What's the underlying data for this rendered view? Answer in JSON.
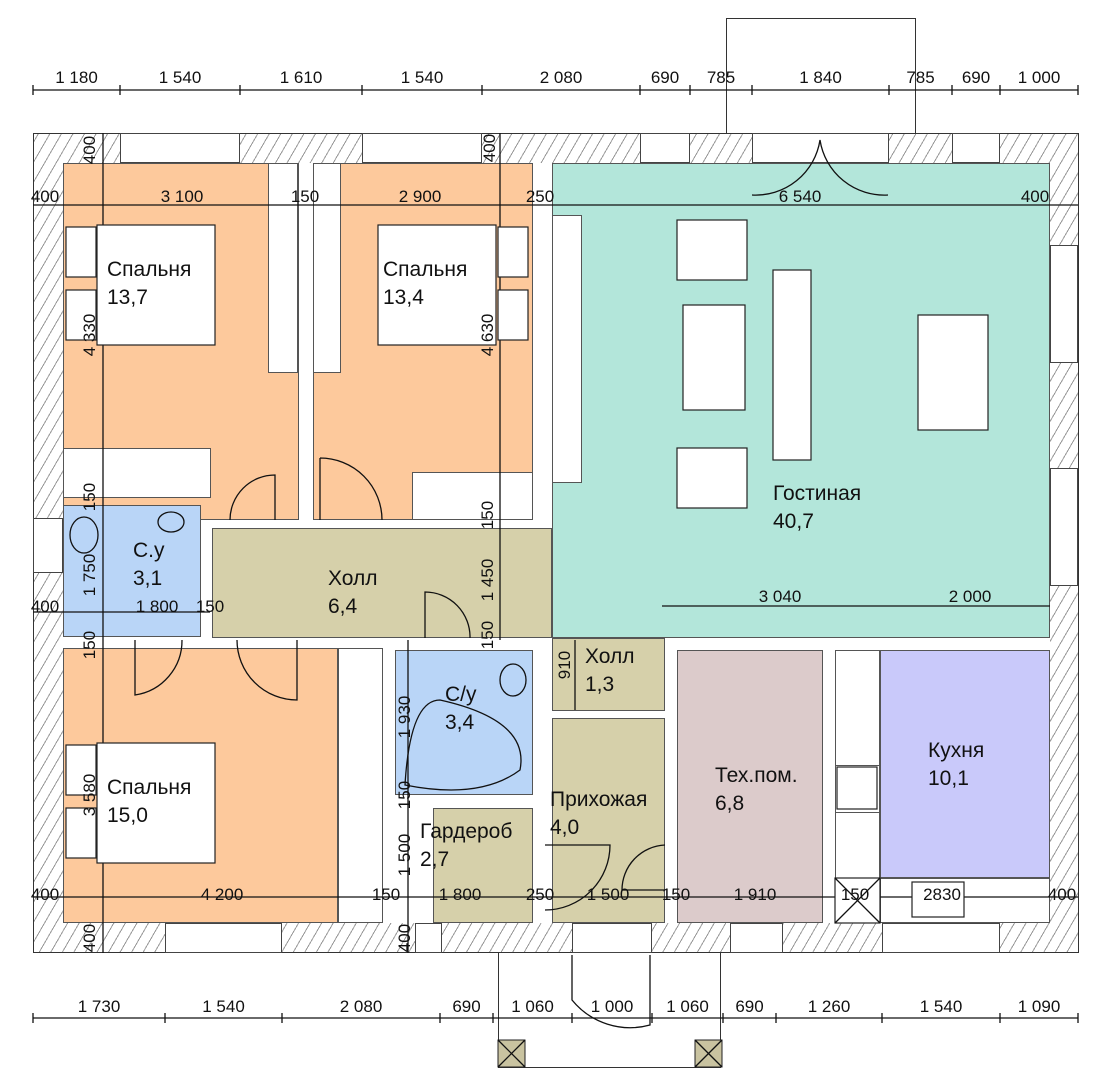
{
  "colors": {
    "bedroom": "#fdc99c",
    "living": "#b3e6da",
    "bath": "#b9d5f7",
    "hall": "#d6d0aa",
    "tech": "#dccbcb",
    "kitchen": "#c9c9fa"
  },
  "rooms": [
    {
      "name": "Спальня",
      "area": "13,7"
    },
    {
      "name": "Спальня",
      "area": "13,4"
    },
    {
      "name": "Гостиная",
      "area": "40,7"
    },
    {
      "name": "С.у",
      "area": "3,1"
    },
    {
      "name": "Холл",
      "area": "6,4"
    },
    {
      "name": "Холл",
      "area": "1,3"
    },
    {
      "name": "С/у",
      "area": "3,4"
    },
    {
      "name": "Спальня",
      "area": "15,0"
    },
    {
      "name": "Гардероб",
      "area": "2,7"
    },
    {
      "name": "Прихожая",
      "area": "4,0"
    },
    {
      "name": "Тех.пом.",
      "area": "6,8"
    },
    {
      "name": "Кухня",
      "area": "10,1"
    }
  ],
  "dimensions": {
    "top": [
      "1 180",
      "1 540",
      "1 610",
      "1 540",
      "2 080",
      "690",
      "785",
      "1 840",
      "785",
      "690",
      "1 000"
    ],
    "bottom": [
      "1 730",
      "1 540",
      "2 080",
      "690",
      "1 060",
      "1 000",
      "1 060",
      "690",
      "1 260",
      "1 540",
      "1 090"
    ],
    "row_upper": [
      "400",
      "3 100",
      "150",
      "2 900",
      "250",
      "6 540",
      "400"
    ],
    "row_middle": [
      "400",
      "1 800",
      "150",
      "3 040",
      "2 000"
    ],
    "row_lower": [
      "400",
      "4 200",
      "150",
      "1 800",
      "250",
      "1 500",
      "150",
      "1 910",
      "150",
      "2830",
      "400"
    ],
    "vertical": [
      "400",
      "400",
      "4 330",
      "4 630",
      "150",
      "150",
      "1 750",
      "1 450",
      "150",
      "150",
      "910",
      "1 930",
      "150",
      "3 580",
      "1 500",
      "400",
      "400"
    ]
  }
}
